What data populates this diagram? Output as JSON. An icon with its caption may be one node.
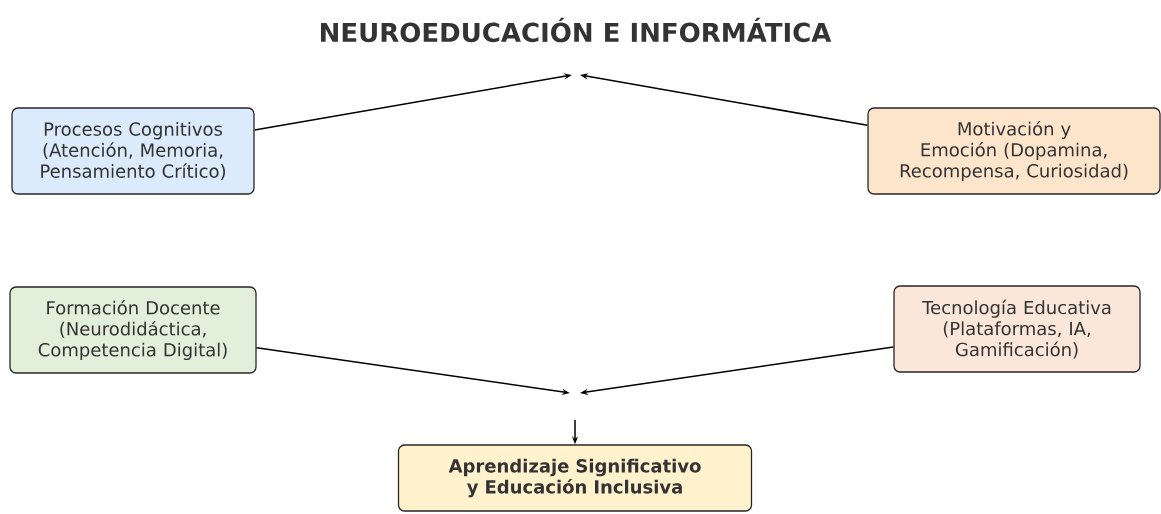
{
  "diagram": {
    "title": "NEUROEDUCACIÓN E INFORMÁTICA",
    "nodes": [
      {
        "text": [
          "Procesos Cognitivos (Atención, Memoria, Pensamiento Crítico)"
        ]
      },
      {
        "text": [
          "Motivación y Emoción (Dopamina, Recompensa, Curiosidad)"
        ]
      },
      {
        "text": [
          "Formación Docente (Neurodidáctica, Competencia Digital)"
        ]
      },
      {
        "text": [
          "Tecnología Educativa (Plataformas, IA, Gamificación)"
        ]
      },
      {
        "text": [
          "Aprendizaje Significativo y Educación Inclusiva"
        ]
      }
    ],
    "edges": [
      {
        "from": 0,
        "to": null,
        "arrow": "to"
      },
      {
        "from": 1,
        "to": null,
        "arrow": "to"
      },
      {
        "from": 2,
        "to": null,
        "arrow": "to"
      },
      {
        "from": 3,
        "to": null,
        "arrow": "to"
      },
      {
        "from": null,
        "to": 4,
        "arrow": "to"
      }
    ]
  }
}
